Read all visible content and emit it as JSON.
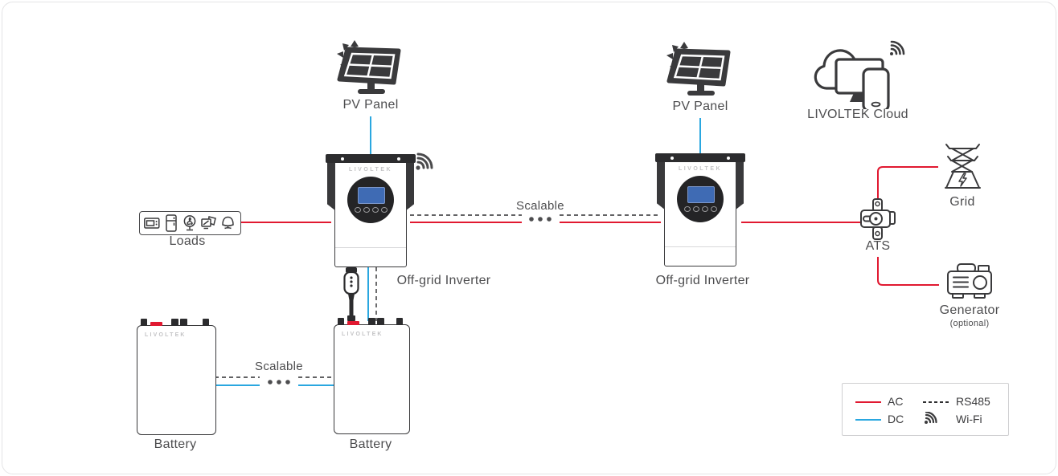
{
  "colors": {
    "ac_line": "#e11931",
    "dc_line": "#2aa7e0",
    "rs485_line": "#2f2f31",
    "label_text": "#4d4d4f",
    "device_outline": "#3a3a3c",
    "brand_text": "#c3c3c5",
    "screen_blue": "#3f6bb4"
  },
  "nodes": {
    "pv_left": {
      "label": "PV Panel"
    },
    "pv_right": {
      "label": "PV Panel"
    },
    "cloud": {
      "label": "LIVOLTEK Cloud"
    },
    "inverter_left": {
      "label": "Off-grid Inverter",
      "brand": "LIVOLTEK"
    },
    "inverter_right": {
      "label": "Off-grid Inverter",
      "brand": "LIVOLTEK"
    },
    "loads": {
      "label": "Loads"
    },
    "ats": {
      "label": "ATS"
    },
    "grid": {
      "label": "Grid"
    },
    "generator": {
      "label": "Generator",
      "note": "(optional)"
    },
    "battery_left": {
      "label": "Battery",
      "brand": "LIVOLTEK"
    },
    "battery_right": {
      "label": "Battery",
      "brand": "LIVOLTEK"
    }
  },
  "annotations": {
    "scalable_inverters": "Scalable",
    "scalable_batteries": "Scalable"
  },
  "legend": {
    "items": [
      {
        "name": "ac",
        "label": "AC",
        "swatch": "solid-red-line"
      },
      {
        "name": "rs485",
        "label": "RS485",
        "swatch": "dashed-black-line"
      },
      {
        "name": "dc",
        "label": "DC",
        "swatch": "solid-blue-line"
      },
      {
        "name": "wifi",
        "label": "Wi-Fi",
        "swatch": "wifi-icon"
      }
    ]
  }
}
